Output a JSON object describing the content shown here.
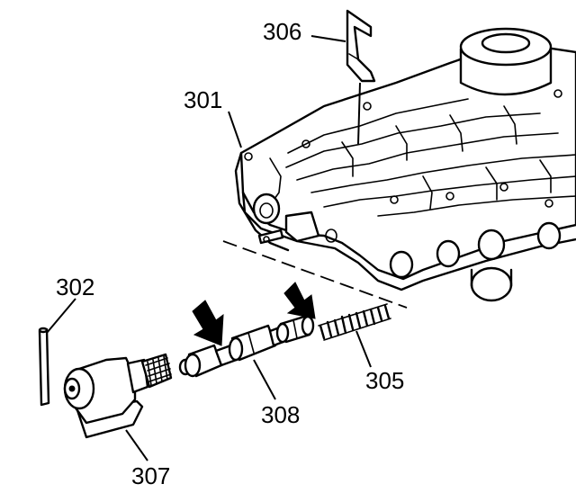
{
  "callouts": {
    "c301": "301",
    "c302": "302",
    "c305": "305",
    "c306": "306",
    "c307": "307",
    "c308": "308"
  }
}
